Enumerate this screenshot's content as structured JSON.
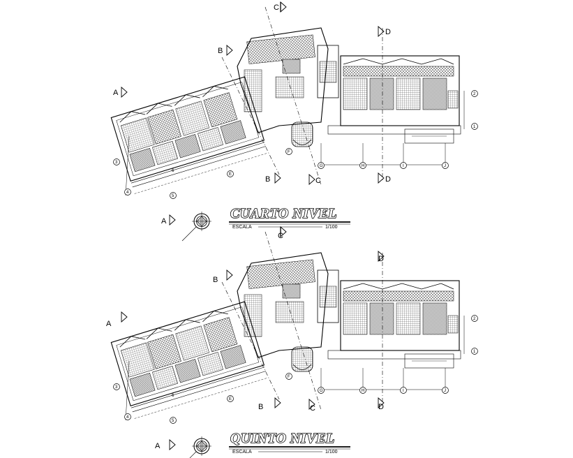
{
  "plans": [
    {
      "title": "CUARTO NIVEL",
      "scale_label": "ESCALA",
      "scale_value": "1/100",
      "section_labels": {
        "a_top": "A",
        "a_bottom": "A",
        "b_top": "B",
        "b_bottom": "B",
        "c_top": "C",
        "c_bottom": "C",
        "d_top": "D",
        "d_bottom": "D"
      },
      "axis_labels": [
        "1",
        "2",
        "3",
        "4",
        "5",
        "6",
        "E",
        "F",
        "G",
        "H",
        "I",
        "J"
      ]
    },
    {
      "title": "QUINTO NIVEL",
      "scale_label": "ESCALA",
      "scale_value": "1/100",
      "section_labels": {
        "a_top": "A",
        "a_bottom": "A",
        "b_top": "B",
        "b_bottom": "B",
        "c_top": "C",
        "c_bottom": "C",
        "d_top": "D",
        "d_bottom": "D"
      },
      "axis_labels": [
        "1",
        "2",
        "3",
        "4",
        "5",
        "6",
        "E",
        "F",
        "G",
        "H",
        "I",
        "J"
      ]
    }
  ],
  "colors": {
    "line": "#000000",
    "background": "#ffffff"
  }
}
